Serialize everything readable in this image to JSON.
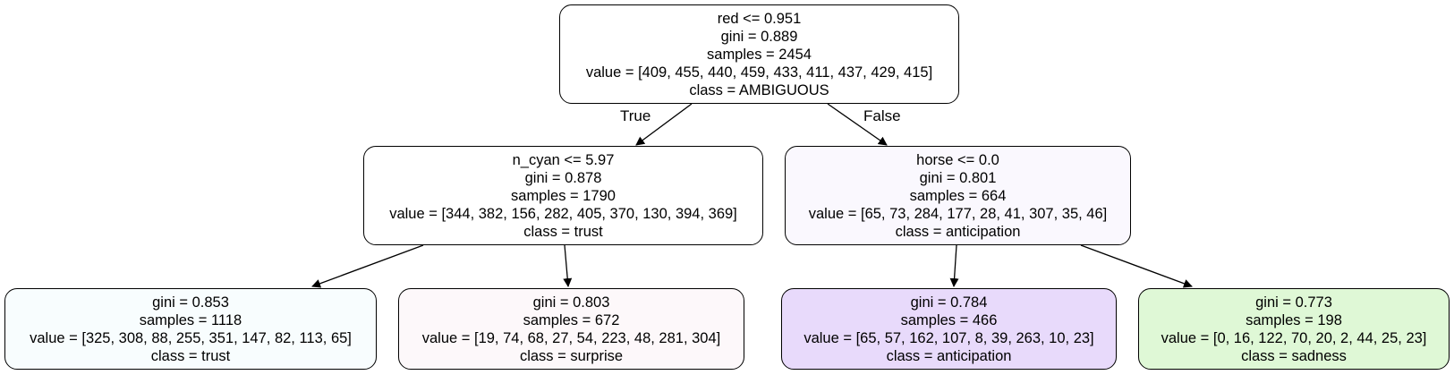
{
  "tree": {
    "edges": {
      "true_label": "True",
      "false_label": "False"
    },
    "nodes": {
      "root": {
        "split": "red <= 0.951",
        "gini": "gini = 0.889",
        "samples": "samples = 2454",
        "value": "value = [409, 455, 440, 459, 433, 411, 437, 429, 415]",
        "class": "class = AMBIGUOUS",
        "fill": "#ffffff"
      },
      "left": {
        "split": "n_cyan <= 5.97",
        "gini": "gini = 0.878",
        "samples": "samples = 1790",
        "value": "value = [344, 382, 156, 282, 405, 370, 130, 394, 369]",
        "class": "class = trust",
        "fill": "#ffffff"
      },
      "right": {
        "split": "horse <= 0.0",
        "gini": "gini = 0.801",
        "samples": "samples = 664",
        "value": "value = [65, 73, 284, 177, 28, 41, 307, 35, 46]",
        "class": "class = anticipation",
        "fill": "#faf8fe"
      },
      "left_left": {
        "gini": "gini = 0.853",
        "samples": "samples = 1118",
        "value": "value = [325, 308, 88, 255, 351, 147, 82, 113, 65]",
        "class": "class = trust",
        "fill": "#f8fdfe"
      },
      "left_right": {
        "gini": "gini = 0.803",
        "samples": "samples = 672",
        "value": "value = [19, 74, 68, 27, 54, 223, 48, 281, 304]",
        "class": "class = surprise",
        "fill": "#fdf8fa"
      },
      "right_left": {
        "gini": "gini = 0.784",
        "samples": "samples = 466",
        "value": "value = [65, 57, 162, 107, 8, 39, 263, 10, 23]",
        "class": "class = anticipation",
        "fill": "#e8dafb"
      },
      "right_right": {
        "gini": "gini = 0.773",
        "samples": "samples = 198",
        "value": "value = [0, 16, 122, 70, 20, 2, 44, 25, 23]",
        "class": "class = sadness",
        "fill": "#dff8d6"
      }
    }
  }
}
